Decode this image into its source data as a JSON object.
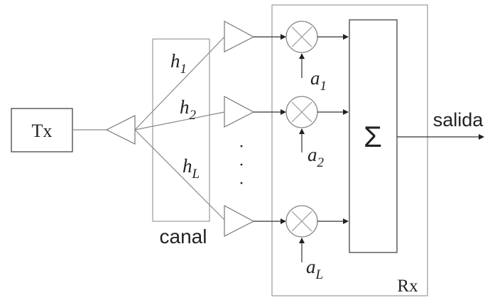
{
  "transmitter": {
    "label": "Tx"
  },
  "channel": {
    "label": "canal",
    "gains": [
      {
        "base": "h",
        "sub": "1"
      },
      {
        "base": "h",
        "sub": "2"
      },
      {
        "base": "h",
        "sub": "L"
      }
    ]
  },
  "receiver": {
    "label": "Rx",
    "sum_symbol": "Σ",
    "weights": [
      {
        "base": "a",
        "sub": "1"
      },
      {
        "base": "a",
        "sub": "2"
      },
      {
        "base": "a",
        "sub": "L"
      }
    ],
    "multiplier_symbol": "×"
  },
  "output": {
    "label": "salida"
  },
  "ellipsis": "·"
}
